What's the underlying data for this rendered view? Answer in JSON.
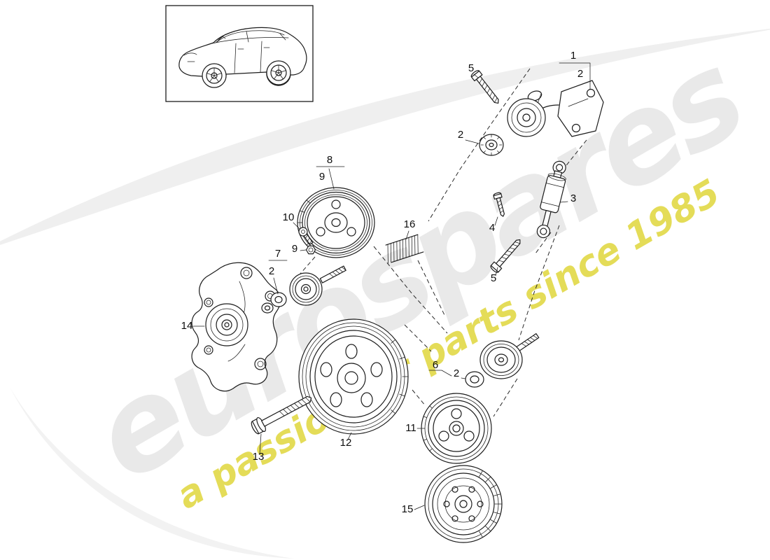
{
  "diagram": {
    "background": "#ffffff",
    "line_color": "#1c1c1c"
  },
  "watermark": {
    "brand": "eurospares",
    "tagline": "a passion for parts since 1985",
    "brand_color": "#d3d3d3",
    "tagline_color": "#ddd32e",
    "swoosh_color": "#e7e7e7"
  },
  "callouts": [
    {
      "label": "5"
    },
    {
      "label": "1"
    },
    {
      "label": "2"
    },
    {
      "label": "2"
    },
    {
      "label": "3"
    },
    {
      "label": "4"
    },
    {
      "label": "5"
    },
    {
      "label": "8"
    },
    {
      "label": "9"
    },
    {
      "label": "10"
    },
    {
      "label": "9"
    },
    {
      "label": "7"
    },
    {
      "label": "2"
    },
    {
      "label": "16"
    },
    {
      "label": "14"
    },
    {
      "label": "6"
    },
    {
      "label": "2"
    },
    {
      "label": "11"
    },
    {
      "label": "12"
    },
    {
      "label": "13"
    },
    {
      "label": "15"
    }
  ]
}
